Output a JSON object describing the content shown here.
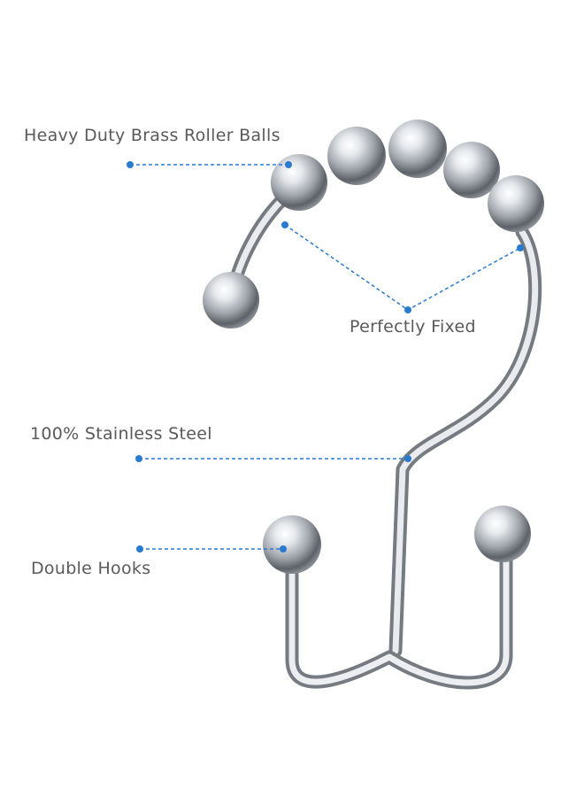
{
  "labels": {
    "roller_balls": "Heavy Duty Brass Roller Balls",
    "perfectly_fixed": "Perfectly Fixed",
    "stainless_steel": "100% Stainless Steel",
    "double_hooks": "Double Hooks"
  },
  "colors": {
    "background": "#ffffff",
    "text": "#5a5a5a",
    "callout_line": "#2a7bd0",
    "metal": "#c8cbd0"
  }
}
